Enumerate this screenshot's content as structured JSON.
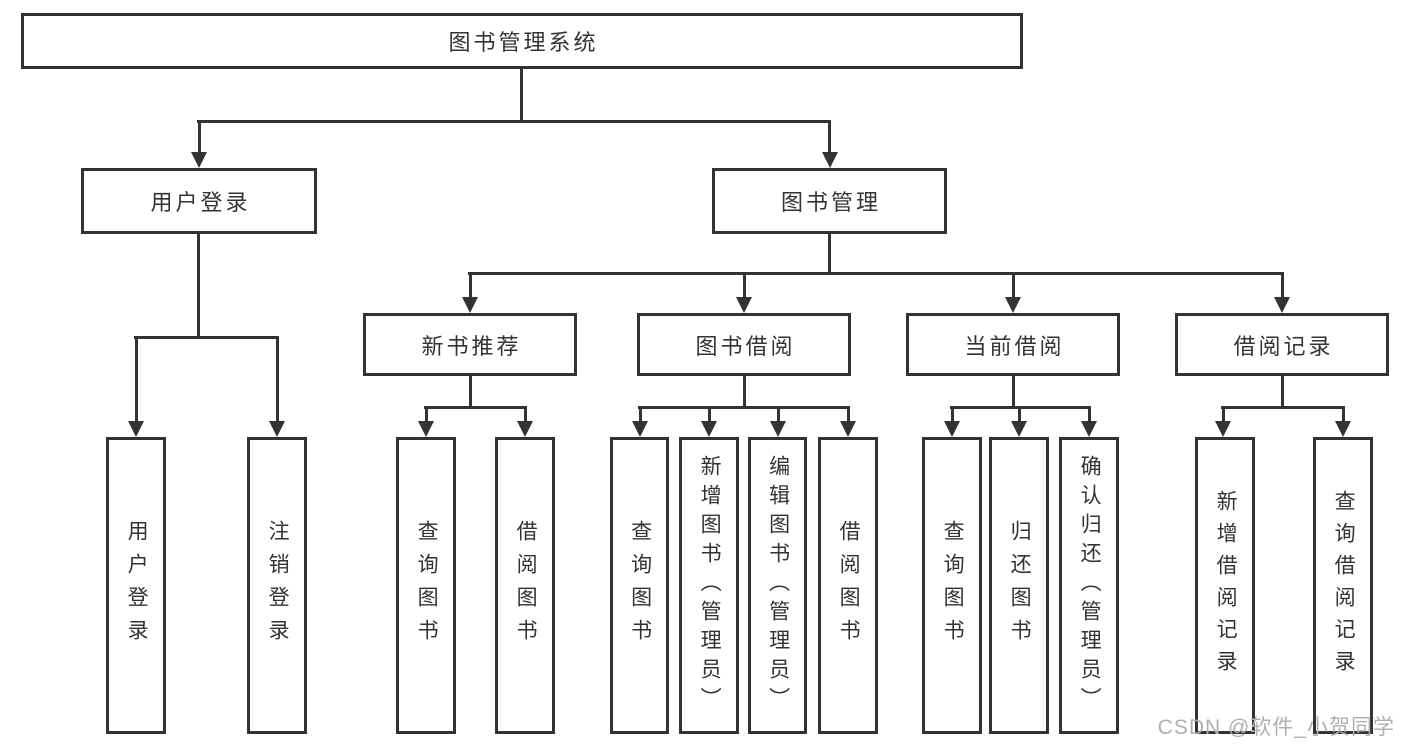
{
  "tree": {
    "root": "图书管理系统",
    "level2": [
      {
        "label": "用户登录",
        "children": [
          "用户登录",
          "注销登录"
        ]
      },
      {
        "label": "图书管理",
        "children": [
          {
            "label": "新书推荐",
            "children": [
              "查询图书",
              "借阅图书"
            ]
          },
          {
            "label": "图书借阅",
            "children": [
              "查询图书",
              "新增图书（管理员）",
              "编辑图书（管理员）",
              "借阅图书"
            ]
          },
          {
            "label": "当前借阅",
            "children": [
              "查询图书",
              "归还图书",
              "确认归还（管理员）"
            ]
          },
          {
            "label": "借阅记录",
            "children": [
              "新增借阅记录",
              "查询借阅记录"
            ]
          }
        ]
      }
    ]
  },
  "watermark": "CSDN @软件_小贺同学",
  "colors": {
    "line": "#333333",
    "box_border": "#333333",
    "text": "#333333",
    "watermark": "#b0b0b0",
    "background": "#ffffff"
  }
}
